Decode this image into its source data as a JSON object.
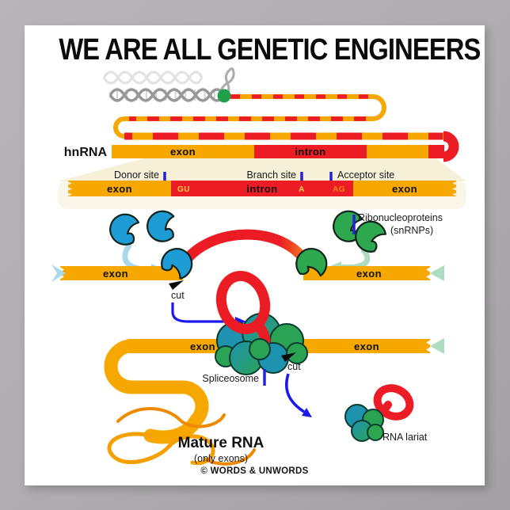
{
  "poster": {
    "title": "WE ARE ALL GENETIC ENGINEERS",
    "credit": "© WORDS & UNWORDS"
  },
  "hnrna": {
    "label": "hnRNA",
    "exon": "exon",
    "intron": "intron"
  },
  "zoom_bar": {
    "donor_site": "Donor site",
    "branch_site": "Branch site",
    "acceptor_site": "Acceptor site",
    "exon_left": "exon",
    "intron": "intron",
    "exon_right": "exon",
    "donor_signal": "GU",
    "branch_signal": "A",
    "acceptor_signal": "AG"
  },
  "snrnp": {
    "line1": "Ribonucleoproteins",
    "line2": "(snRNPs)"
  },
  "splicing": {
    "exon_left": "exon",
    "exon_right": "exon",
    "cut": "cut"
  },
  "ligation": {
    "exon_left": "exon",
    "exon_right": "exon",
    "cut": "cut",
    "spliceosome": "Spliceosome"
  },
  "products": {
    "mature_rna": "Mature RNA",
    "mature_rna_note": "(only exons)",
    "rna_lariat": "RNA lariat"
  },
  "colors": {
    "background_gray": "#aeacae",
    "poster_white": "#ffffff",
    "exon_yellow": "#F7A800",
    "intron_red": "#EC1C24",
    "signal_yellow": "#FFD24A",
    "signal_orange": "#F4831F",
    "tick_blue": "#2323D8",
    "arrow_blue": "#1A1AEE",
    "snrnp_blue": "#1E9CD6",
    "snrnp_green": "#2EA84F",
    "spliceosome_teal": "#1E93B0",
    "spliceosome_green": "#2BA355",
    "pale_blue_arrow": "#A9D9EA",
    "pale_green_arrow": "#AEDCC0",
    "cream_highlight": "#F6F0D8",
    "mature_orange": "#EF8A00",
    "dna_gray": "#989898",
    "polymerase_green": "#1FA14C",
    "text_black": "#111111"
  }
}
